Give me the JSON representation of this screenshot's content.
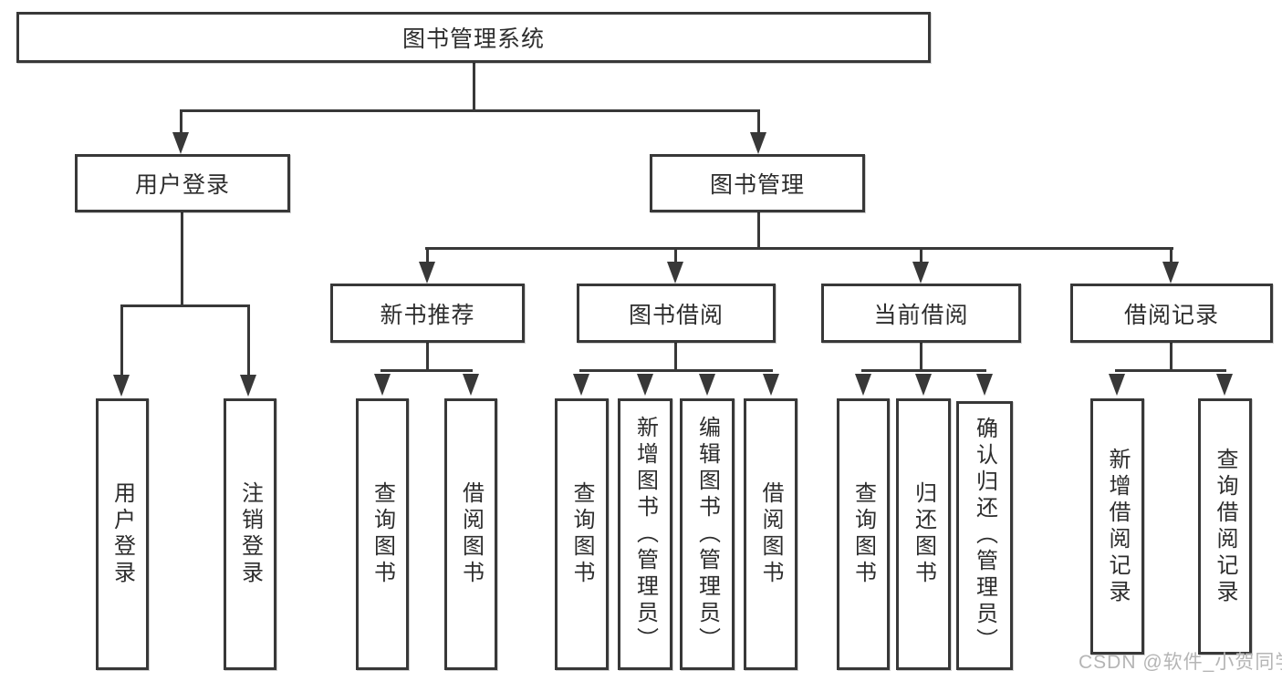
{
  "diagram": {
    "root": {
      "label": "图书管理系统"
    },
    "branches": {
      "userLogin": {
        "label": "用户登录",
        "children": [
          {
            "label": "用户登录"
          },
          {
            "label": "注销登录"
          }
        ]
      },
      "bookManagement": {
        "label": "图书管理",
        "children": [
          {
            "label": "新书推荐",
            "children": [
              {
                "label": "查询图书"
              },
              {
                "label": "借阅图书"
              }
            ]
          },
          {
            "label": "图书借阅",
            "children": [
              {
                "label": "查询图书"
              },
              {
                "label": "新增图书（管理员）"
              },
              {
                "label": "编辑图书（管理员）"
              },
              {
                "label": "借阅图书"
              }
            ]
          },
          {
            "label": "当前借阅",
            "children": [
              {
                "label": "查询图书"
              },
              {
                "label": "归还图书"
              },
              {
                "label": "确认归还（管理员）"
              }
            ]
          },
          {
            "label": "借阅记录",
            "children": [
              {
                "label": "新增借阅记录"
              },
              {
                "label": "查询借阅记录"
              }
            ]
          }
        ]
      }
    }
  },
  "watermark": {
    "text": "CSDN @软件_小贺同学"
  },
  "colors": {
    "line": "#383838",
    "text": "#2d2d2d",
    "background": "#ffffff",
    "watermark": "#b5b5b5"
  }
}
